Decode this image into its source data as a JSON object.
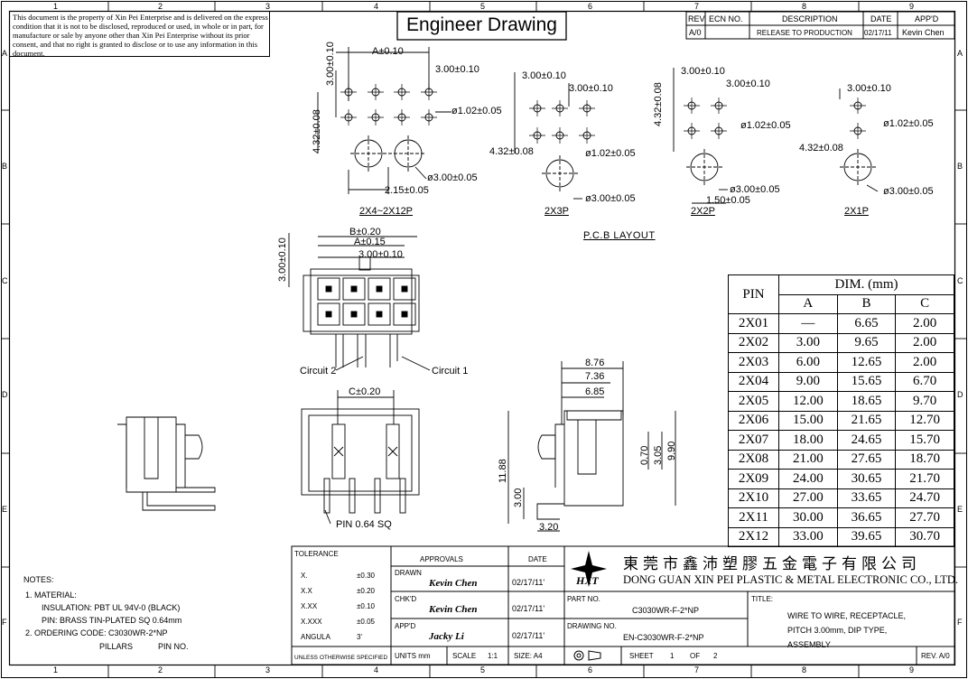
{
  "disclaimer": "This document is the property of Xin Pei Enterprise and is delivered on the express condition that it is not to be disclosed, reproduced or used, in whole or in part, for manufacture or sale by anyone other than Xin Pei Enterprise without its prior consent, and that no right is granted to disclose or to use any information in this document.",
  "title": "Engineer Drawing",
  "grid": {
    "columns": [
      "1",
      "2",
      "3",
      "4",
      "5",
      "6",
      "7",
      "8",
      "9"
    ],
    "rows": [
      "A",
      "B",
      "C",
      "D",
      "E",
      "F"
    ]
  },
  "revision": {
    "headers": {
      "rev": "REV",
      "ecn": "ECN NO.",
      "description": "DESCRIPTION",
      "date": "DATE",
      "appd": "APP'D"
    },
    "row": {
      "rev": "A/0",
      "ecn": "",
      "description": "RELEASE TO PRODUCTION",
      "date": "02/17/11",
      "appd": "Kevin Chen"
    }
  },
  "pcb": {
    "layout_label": "P.C.B LAYOUT",
    "views": [
      {
        "label": "2X4~2X12P",
        "dims": [
          "A±0.10",
          "3.00±0.10",
          "3.00±0.10",
          "4.32±0.08",
          "ø1.02±0.05",
          "ø3.00±0.05",
          "2.15±0.05"
        ]
      },
      {
        "label": "2X3P",
        "dims": [
          "3.00±0.10",
          "3.00±0.10",
          "4.32±0.08",
          "ø1.02±0.05",
          "ø3.00±0.05"
        ]
      },
      {
        "label": "2X2P",
        "dims": [
          "3.00±0.10",
          "3.00±0.10",
          "4.32±0.08",
          "ø1.02±0.05",
          "ø3.00±0.05",
          "1.50±0.05"
        ]
      },
      {
        "label": "2X1P",
        "dims": [
          "3.00±0.10",
          "ø1.02±0.05",
          "4.32±0.08",
          "ø3.00±0.05"
        ]
      }
    ]
  },
  "front_view": {
    "dims": [
      "B±0.20",
      "A±0.15",
      "3.00±0.10",
      "3.00±0.10"
    ],
    "circuit2": "Circuit 2",
    "circuit1": "Circuit 1"
  },
  "bottom_view": {
    "dim": "C±0.20",
    "pin_label": "PIN 0.64 SQ"
  },
  "side_view": {
    "dims": [
      "8.76",
      "7.36",
      "6.85",
      "11.88",
      "0.70",
      "3.05",
      "9.90",
      "3.00",
      "3.20"
    ]
  },
  "dim_table": {
    "pin_header": "PIN",
    "dim_header": "DIM. (mm)",
    "cols": [
      "A",
      "B",
      "C"
    ],
    "rows": [
      [
        "2X01",
        "—",
        "6.65",
        "2.00"
      ],
      [
        "2X02",
        "3.00",
        "9.65",
        "2.00"
      ],
      [
        "2X03",
        "6.00",
        "12.65",
        "2.00"
      ],
      [
        "2X04",
        "9.00",
        "15.65",
        "6.70"
      ],
      [
        "2X05",
        "12.00",
        "18.65",
        "9.70"
      ],
      [
        "2X06",
        "15.00",
        "21.65",
        "12.70"
      ],
      [
        "2X07",
        "18.00",
        "24.65",
        "15.70"
      ],
      [
        "2X08",
        "21.00",
        "27.65",
        "18.70"
      ],
      [
        "2X09",
        "24.00",
        "30.65",
        "21.70"
      ],
      [
        "2X10",
        "27.00",
        "33.65",
        "24.70"
      ],
      [
        "2X11",
        "30.00",
        "36.65",
        "27.70"
      ],
      [
        "2X12",
        "33.00",
        "39.65",
        "30.70"
      ]
    ]
  },
  "notes": {
    "header": "NOTES:",
    "item1": "1. MATERIAL:",
    "insulation": "INSULATION: PBT UL 94V-0 (BLACK)",
    "pin": "PIN: BRASS TIN-PLATED SQ 0.64mm",
    "item2": "2. ORDERING CODE: C3030WR-2*NP",
    "pillars": "PILLARS",
    "pin_no": "PIN NO."
  },
  "tolerance": {
    "header": "TOLERANCE",
    "rows": [
      [
        "X.",
        "±0.30"
      ],
      [
        "X.X",
        "±0.20"
      ],
      [
        "X.XX",
        "±0.10"
      ],
      [
        "X.XXX",
        "±0.05"
      ],
      [
        "ANGULA",
        "3'"
      ]
    ],
    "footer": "UNLESS OTHERWISE SPECIFIED"
  },
  "approvals": {
    "header": "APPROVALS",
    "date_header": "DATE",
    "drawn_label": "DRAWN",
    "drawn_name": "Kevin Chen",
    "drawn_date": "02/17/11'",
    "chkd_label": "CHK'D",
    "chkd_name": "Kevin Chen",
    "chkd_date": "02/17/11'",
    "appd_label": "APP'D",
    "appd_name": "Jacky Li",
    "appd_date": "02/17/11'"
  },
  "company": {
    "chinese": "東莞市鑫沛塑膠五金電子有限公司",
    "english": "DONG GUAN XIN PEI PLASTIC & METAL ELECTRONIC CO., LTD.",
    "logo_text": "HXT"
  },
  "title_block": {
    "part_no_label": "PART NO.",
    "part_no": "C3030WR-F-2*NP",
    "drawing_no_label": "DRAWING NO.",
    "drawing_no": "EN-C3030WR-F-2*NP",
    "title_label": "TITLE:",
    "title_lines": [
      "WIRE TO WIRE, RECEPTACLE,",
      "PITCH 3.00mm, DIP TYPE,",
      "ASSEMBLY"
    ],
    "units": "UNITS mm",
    "scale_label": "SCALE",
    "scale": "1:1",
    "size": "SIZE: A4",
    "sheet_label": "SHEET",
    "sheet": "1",
    "of_label": "OF",
    "of": "2",
    "rev": "REV. A/0"
  }
}
